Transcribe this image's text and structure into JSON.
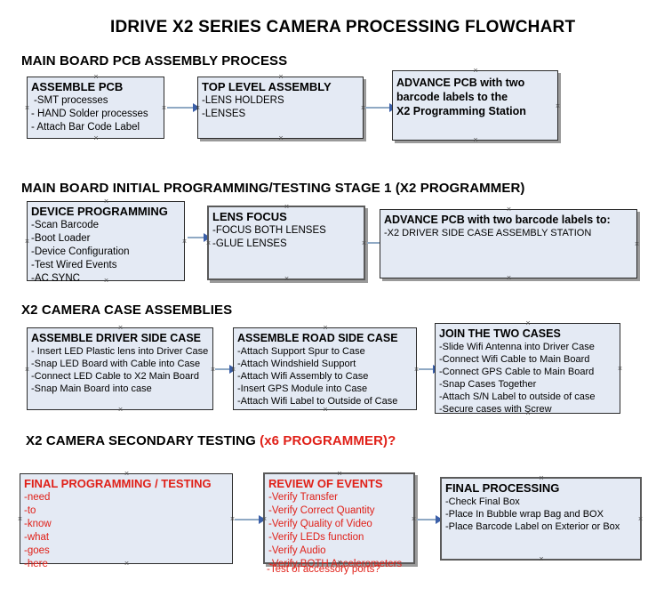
{
  "document": {
    "title": "IDRIVE X2  SERIES CAMERA PROCESSING FLOWCHART"
  },
  "sections": [
    {
      "id": "main-board-pcb-assembly",
      "heading": "MAIN BOARD PCB ASSEMBLY PROCESS",
      "heading_red": "",
      "boxes": [
        {
          "id": "assemble-pcb",
          "title": "ASSEMBLE PCB",
          "lines": [
            "-SMT processes",
            "- HAND Solder processes",
            "- Attach Bar Code Label"
          ]
        },
        {
          "id": "top-level-assembly",
          "title": "TOP LEVEL ASSEMBLY",
          "lines": [
            "-LENS HOLDERS",
            "-LENSES"
          ]
        },
        {
          "id": "advance-pcb-to-x2-programming-station",
          "title": "ADVANCE PCB with two barcode labels to the  X2 Programming Station",
          "title_lines": [
            "ADVANCE PCB with two",
            "barcode labels to the",
            " X2 Programming Station"
          ],
          "lines": []
        }
      ]
    },
    {
      "id": "main-board-initial-programming",
      "heading": "MAIN BOARD INITIAL PROGRAMMING/TESTING STAGE 1 (X2 PROGRAMMER)",
      "heading_red": "",
      "boxes": [
        {
          "id": "device-programming",
          "title": "DEVICE PROGRAMMING",
          "lines": [
            "-Scan Barcode",
            "-Boot Loader",
            "-Device Configuration",
            "-Test Wired Events",
            "-AC SYNC"
          ]
        },
        {
          "id": "lens-focus",
          "title": "LENS FOCUS",
          "lines": [
            "-FOCUS BOTH LENSES",
            "-GLUE LENSES"
          ]
        },
        {
          "id": "advance-pcb-to-driver-side-case-station",
          "title": "ADVANCE PCB with two barcode labels to:",
          "lines": [
            "-X2 DRIVER  SIDE  CASE  ASSEMBLY STATION"
          ]
        }
      ]
    },
    {
      "id": "x2-camera-case-assemblies",
      "heading": "X2 CAMERA CASE ASSEMBLIES",
      "heading_red": "",
      "boxes": [
        {
          "id": "assemble-driver-side-case",
          "title": "ASSEMBLE DRIVER SIDE CASE",
          "lines": [
            "- Insert LED Plastic lens into Driver Case",
            "-Snap LED Board with Cable into Case",
            "-Connect LED Cable to X2 Main Board",
            "-Snap Main Board into case"
          ]
        },
        {
          "id": "assemble-road-side-case",
          "title": "ASSEMBLE ROAD SIDE CASE",
          "lines": [
            "-Attach Support Spur to Case",
            "-Attach Windshield Support",
            "-Attach Wifi Assembly to Case",
            "-Insert GPS Module into Case",
            "-Attach Wifi Label to Outside of Case"
          ]
        },
        {
          "id": "join-the-two-cases",
          "title": "JOIN THE TWO CASES",
          "lines": [
            "-Slide Wifi Antenna into Driver Case",
            "-Connect Wifi Cable to Main Board",
            "-Connect GPS Cable to Main Board",
            "-Snap Cases Together",
            "-Attach S/N Label to outside of case",
            "-Secure cases with Screw"
          ]
        }
      ]
    },
    {
      "id": "x2-camera-secondary-testing",
      "heading": "X2 CAMERA SECONDARY TESTING ",
      "heading_red": "(x6 PROGRAMMER)?",
      "boxes": [
        {
          "id": "final-programming-testing",
          "title": "FINAL PROGRAMMING / TESTING",
          "lines": [
            "-need",
            "-to",
            "-know",
            "-what",
            "-goes",
            "-here"
          ]
        },
        {
          "id": "review-of-events",
          "title": "REVIEW OF EVENTS",
          "lines": [
            "-Verify Transfer",
            "-Verify Correct Quantity",
            "-Verify Quality of Video",
            "-Verify LEDs function",
            "-Verify Audio",
            "-Verify BOTH Accelerometers"
          ],
          "overflow_line": "-Test of accessory ports?"
        },
        {
          "id": "final-processing",
          "title": "FINAL PROCESSING",
          "lines": [
            " -Check Final Box",
            "-Place In Bubble wrap Bag and BOX",
            "-Place Barcode Label on Exterior or Box"
          ]
        }
      ]
    }
  ],
  "colors": {
    "box_fill": "#E4EAF4",
    "box_border": "#2b2b2b",
    "red_text": "#E02018",
    "arrow_line": "#8FA9C4",
    "arrow_head": "#3B5FA8",
    "background": "#FFFFFF"
  }
}
